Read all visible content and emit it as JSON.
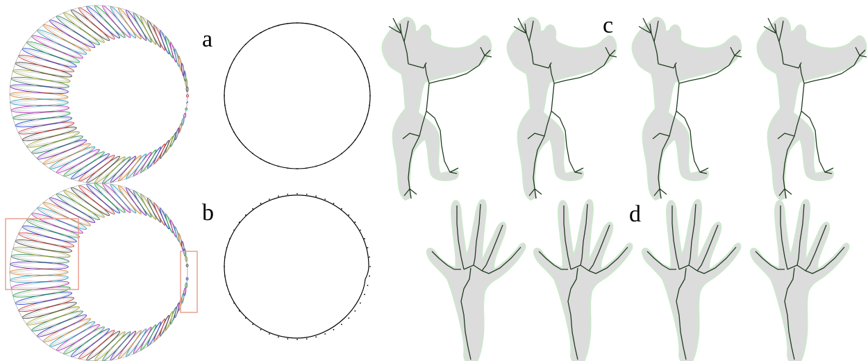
{
  "labels": {
    "a": "a",
    "b": "b",
    "c": "c",
    "d": "d"
  },
  "colors": {
    "background": "#ffffff",
    "silhouette": "#dcdcdc",
    "silhouette_edge": "#c8e6c8",
    "skeleton": "#1f3b1f",
    "circle": "#000000",
    "highlight_box": "#e8a090",
    "mesh_grey": "#a8a8a8"
  }
}
